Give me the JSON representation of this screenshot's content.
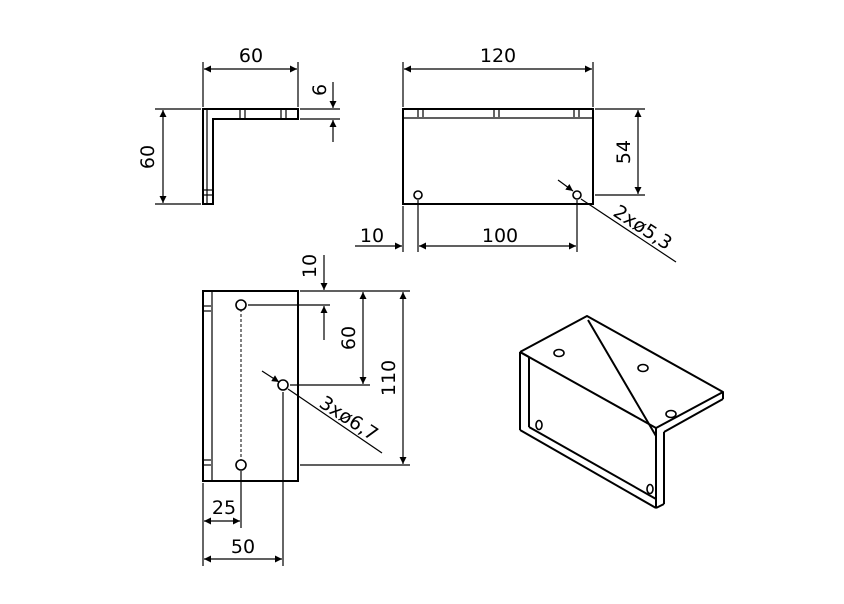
{
  "drawing": {
    "dimensions": {
      "side_width": "60",
      "side_height": "60",
      "thickness": "6",
      "top_length": "120",
      "top_depth": "54",
      "hole_offset_left": "10",
      "hole_spacing_top": "100",
      "holes_top": "2xø5,3",
      "front_hole_offset_top": "10",
      "front_hole_spacing": "60",
      "front_height": "110",
      "holes_front": "3xø6,7",
      "front_hole_offset_left": "25",
      "front_width": "50"
    }
  }
}
